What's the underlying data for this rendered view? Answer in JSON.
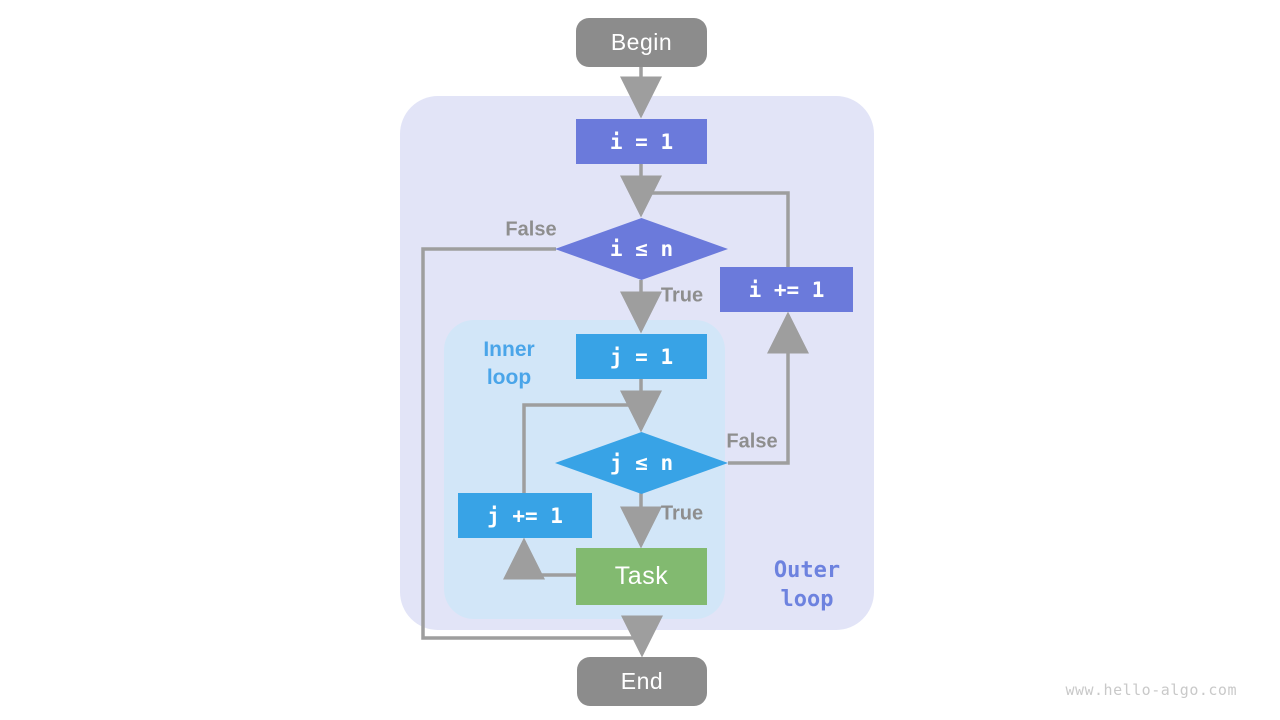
{
  "diagram": {
    "type": "flowchart",
    "topic": "nested loop control flow",
    "nodes": {
      "begin": {
        "label": "Begin",
        "shape": "rounded-terminal",
        "color": "#8c8c8c"
      },
      "init_i": {
        "label": "i = 1",
        "shape": "process",
        "color": "#6b7adb"
      },
      "cond_i": {
        "label": "i ≤ n",
        "shape": "decision",
        "color": "#6b7adb"
      },
      "inc_i": {
        "label": "i += 1",
        "shape": "process",
        "color": "#6b7adb"
      },
      "init_j": {
        "label": "j = 1",
        "shape": "process",
        "color": "#38a3e6"
      },
      "cond_j": {
        "label": "j ≤ n",
        "shape": "decision",
        "color": "#38a3e6"
      },
      "inc_j": {
        "label": "j += 1",
        "shape": "process",
        "color": "#38a3e6"
      },
      "task": {
        "label": "Task",
        "shape": "process",
        "color": "#82ba70"
      },
      "end": {
        "label": "End",
        "shape": "rounded-terminal",
        "color": "#8c8c8c"
      }
    },
    "edge_labels": {
      "outer_false": "False",
      "outer_true": "True",
      "inner_false": "False",
      "inner_true": "True"
    },
    "regions": {
      "outer_loop": {
        "line1": "Outer",
        "line2": "loop",
        "fill": "#e2e4f7",
        "label_color": "#6d82df"
      },
      "inner_loop": {
        "line1": "Inner",
        "line2": "loop",
        "fill": "#d2e6f8",
        "label_color": "#4aa5e9"
      }
    },
    "connector_color": "#9e9e9e",
    "watermark": "www.hello-algo.com"
  }
}
